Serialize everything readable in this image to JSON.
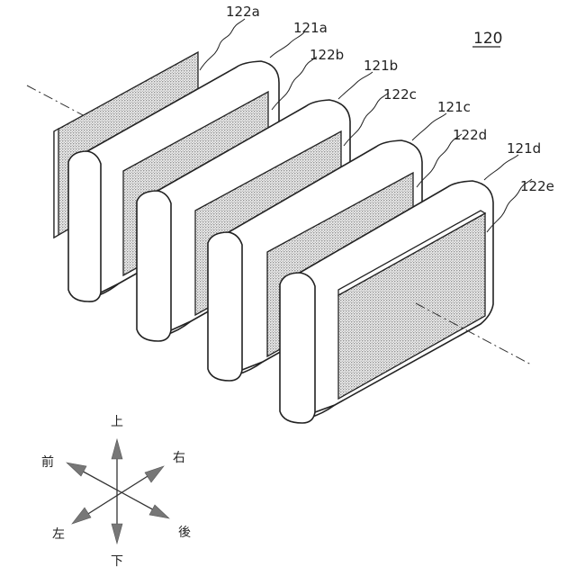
{
  "figure": {
    "reference_number": "120",
    "labels": {
      "l122a": "122a",
      "l121a": "121a",
      "l122b": "122b",
      "l121b": "121b",
      "l122c": "122c",
      "l121c": "121c",
      "l122d": "122d",
      "l121d": "121d",
      "l122e": "122e"
    },
    "directions": {
      "up": "上",
      "down": "下",
      "front": "前",
      "rear": "後",
      "left": "左",
      "right": "右"
    }
  }
}
